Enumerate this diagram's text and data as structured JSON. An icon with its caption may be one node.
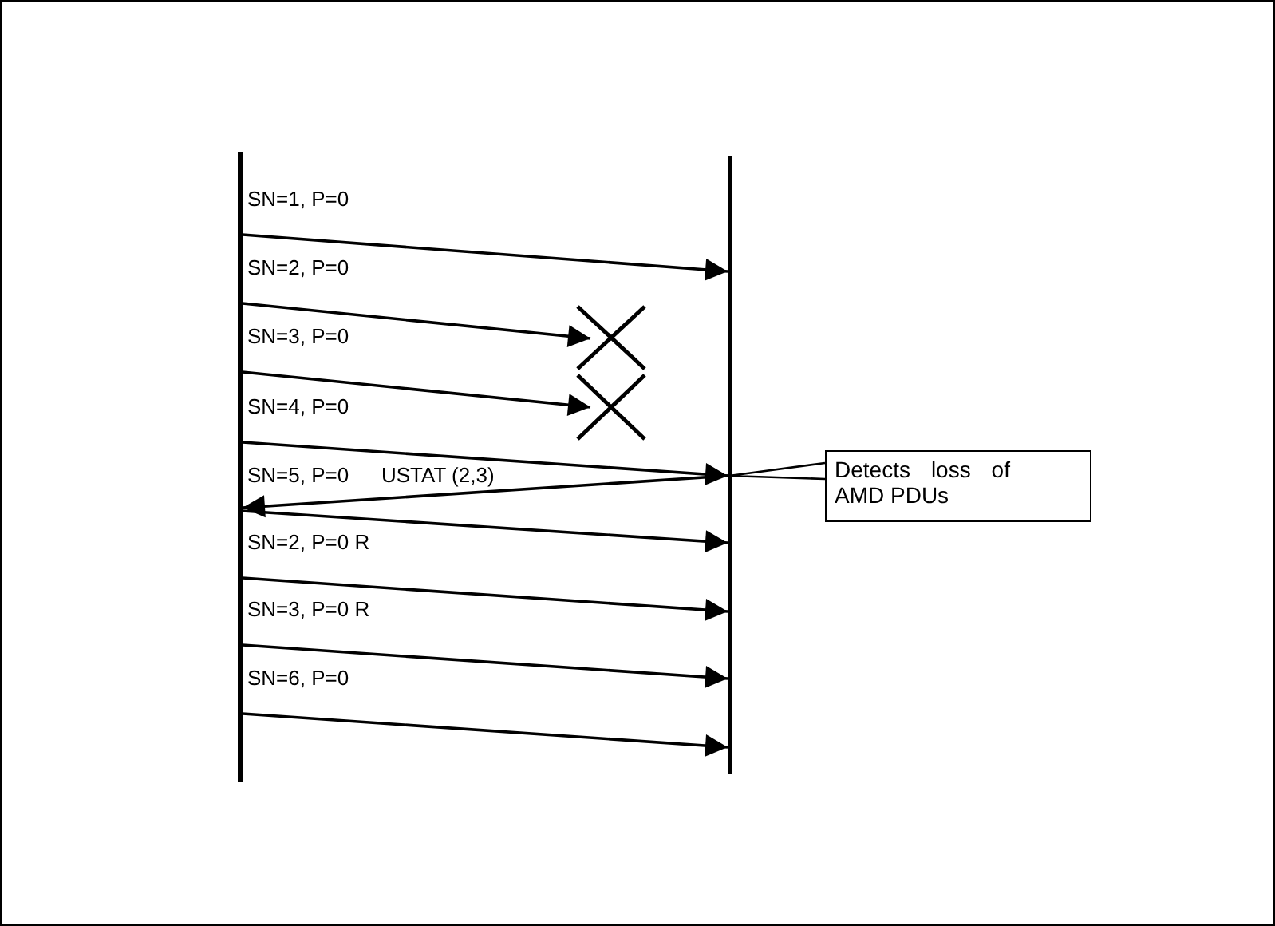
{
  "diagram": {
    "nodes": [
      {
        "text": [],
        "shape": "bar"
      },
      {
        "text": [],
        "shape": "bar"
      },
      {
        "text": [
          "Detects loss of AMD PDUs"
        ]
      },
      {
        "text": [],
        "shape": "cross"
      },
      {
        "text": [],
        "shape": "cross"
      }
    ],
    "edges": [
      {
        "from": 0,
        "to": 1,
        "arrow": "to",
        "label": "SN=1, P=0"
      },
      {
        "from": 0,
        "to": 3,
        "arrow": "to",
        "label": "SN=2, P=0"
      },
      {
        "from": 0,
        "to": 4,
        "arrow": "to",
        "label": "SN=3, P=0"
      },
      {
        "from": 0,
        "to": 1,
        "arrow": "to",
        "label": "SN=4, P=0"
      },
      {
        "from": 1,
        "to": 0,
        "arrow": "to",
        "label": "USTAT (2,3)"
      },
      {
        "from": 0,
        "to": 1,
        "arrow": "to",
        "label": "SN=5, P=0"
      },
      {
        "from": 0,
        "to": 1,
        "arrow": "to",
        "label": "SN=2, P=0 R"
      },
      {
        "from": 0,
        "to": 1,
        "arrow": "to",
        "label": "SN=3, P=0 R"
      },
      {
        "from": 0,
        "to": 1,
        "arrow": "to",
        "label": "SN=6, P=0"
      },
      {
        "from": 2,
        "to": 1,
        "arrow": "none"
      }
    ]
  }
}
